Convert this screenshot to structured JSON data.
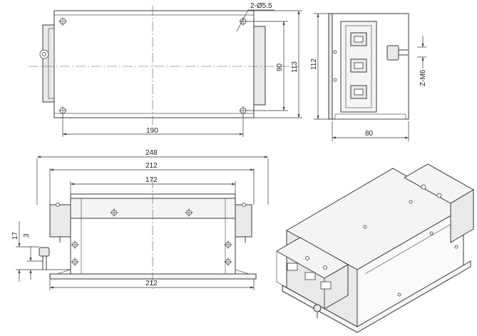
{
  "dimensions": {
    "front_width_hole_spacing": "190",
    "front_hole_callout": "2-Ø5.5",
    "front_height_hole_spacing": "90",
    "front_height_overall": "113",
    "side_height": "112",
    "side_depth": "80",
    "side_terminal_thread": "Z-M6",
    "bottom_overall_width": "248",
    "bottom_inner_width": "212",
    "bottom_plate_width": "172",
    "bottom_base_width": "212",
    "bottom_total_offset": "17",
    "bottom_small_offset": "3"
  }
}
